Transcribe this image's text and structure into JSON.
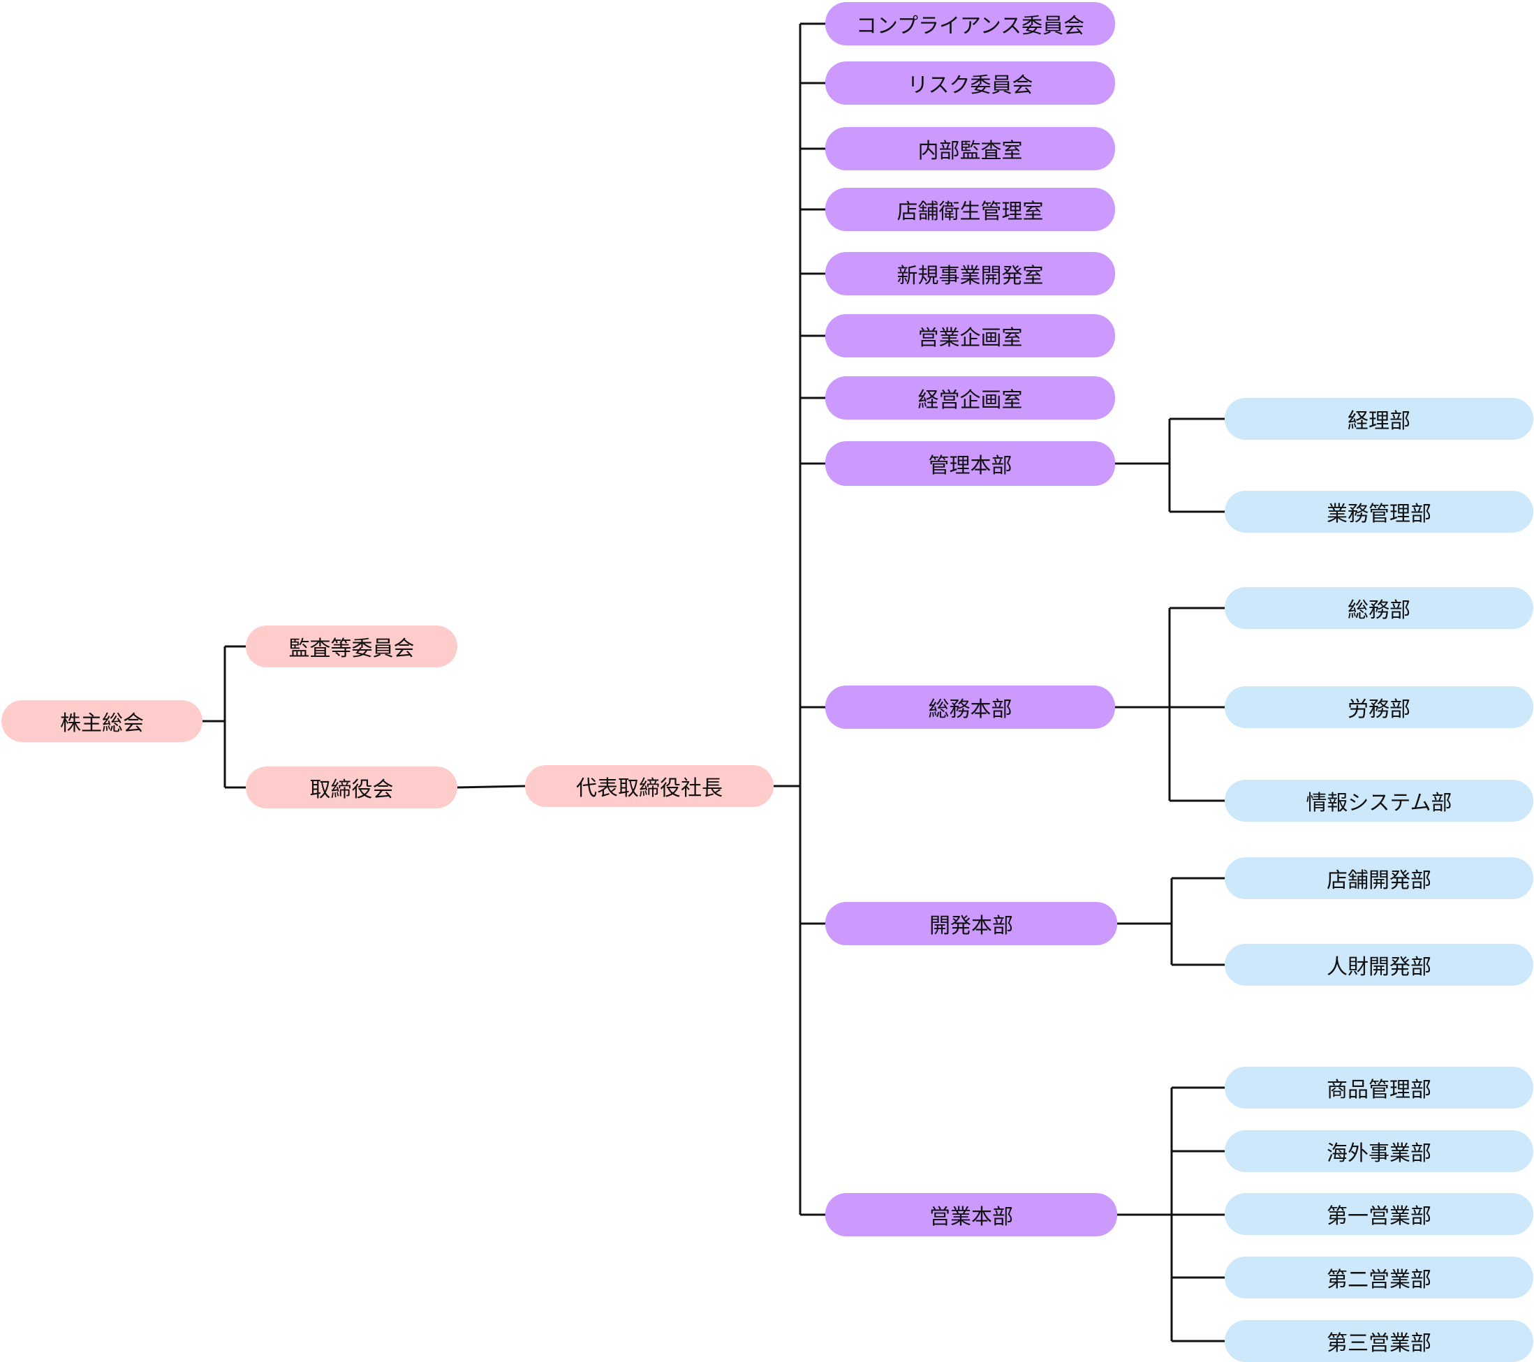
{
  "colors": {
    "governance": "#ffcccc",
    "division": "#cc99ff",
    "department": "#cce8fa",
    "line": "#111111"
  },
  "nodes": {
    "shareholders": "株主総会",
    "audit_committee": "監査等委員会",
    "board": "取締役会",
    "ceo": "代表取締役社長",
    "compliance": "コンプライアンス委員会",
    "risk": "リスク委員会",
    "internal_audit": "内部監査室",
    "store_hygiene": "店舗衛生管理室",
    "new_business": "新規事業開発室",
    "sales_planning": "営業企画室",
    "mgmt_planning": "経営企画室",
    "admin_hq": "管理本部",
    "accounting": "経理部",
    "business_admin": "業務管理部",
    "general_hq": "総務本部",
    "general_affairs": "総務部",
    "labor": "労務部",
    "info_systems": "情報システム部",
    "dev_hq": "開発本部",
    "store_dev": "店舗開発部",
    "hr_dev": "人財開発部",
    "sales_hq": "営業本部",
    "product_mgmt": "商品管理部",
    "overseas": "海外事業部",
    "sales_1": "第一営業部",
    "sales_2": "第二営業部",
    "sales_3": "第三営業部"
  }
}
